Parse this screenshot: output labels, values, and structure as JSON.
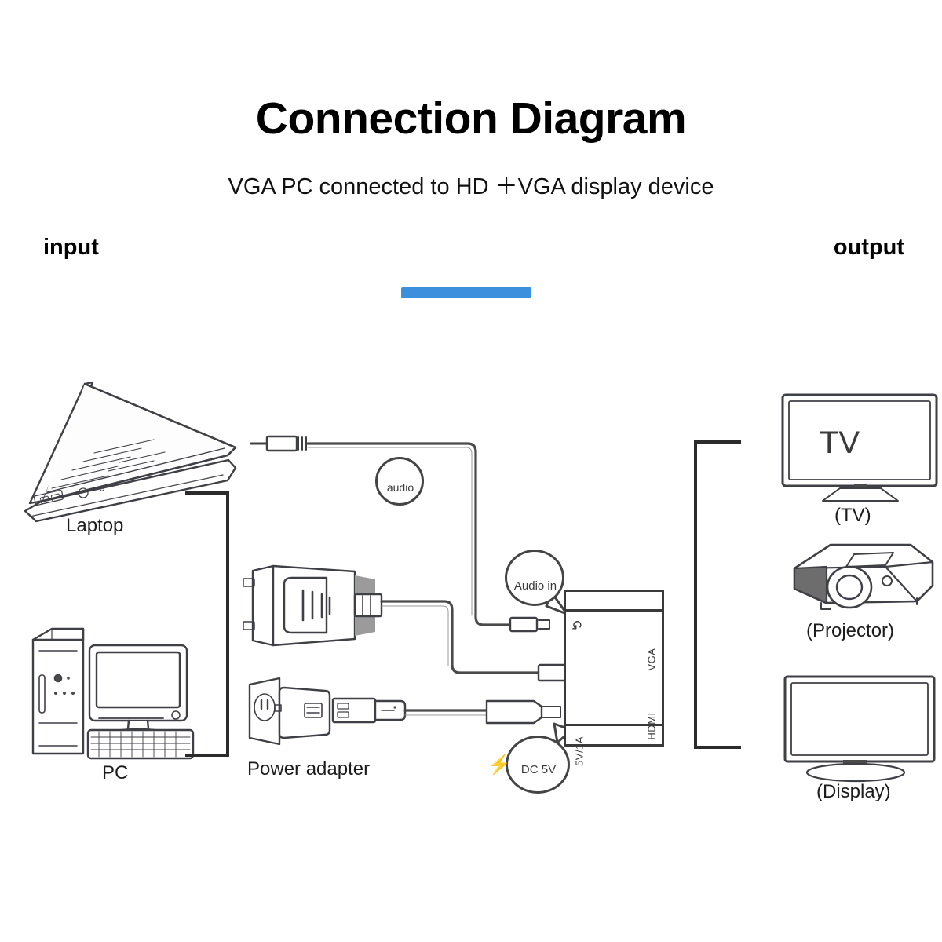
{
  "page": {
    "title": "Connection Diagram",
    "subtitle": "VGA PC connected to HD ＋VGA  display device",
    "background_color": "#ffffff",
    "accent_color": "#3b8fdc"
  },
  "sections": {
    "input_label": "input",
    "output_label": "output"
  },
  "input_devices": [
    {
      "name": "laptop",
      "caption": "Laptop",
      "icon": "laptop-icon"
    },
    {
      "name": "pc",
      "caption": "PC",
      "icon": "desktop-computer-icon"
    }
  ],
  "output_devices": [
    {
      "name": "tv",
      "caption": "(TV)",
      "screen_text": "TV",
      "icon": "television-icon"
    },
    {
      "name": "projector",
      "caption": "(Projector)",
      "screen_text": "",
      "icon": "projector-icon"
    },
    {
      "name": "display",
      "caption": "(Display)",
      "screen_text": "",
      "icon": "monitor-icon"
    }
  ],
  "accessories": [
    {
      "name": "power-adapter",
      "caption": "Power adapter",
      "icon": "usb-power-adapter-icon"
    },
    {
      "name": "vga-connector",
      "caption": "",
      "icon": "vga-db15-connector-icon"
    },
    {
      "name": "audio-cable",
      "caption": "",
      "icon": "audio-jack-cable-icon"
    }
  ],
  "converter": {
    "name": "vga-to-hdmi-converter",
    "ports": {
      "vga_out": "VGA",
      "hdmi_out": "HDMI",
      "power_in": "5V/1A",
      "audio_out_glyph": "↺"
    }
  },
  "callouts": [
    {
      "name": "audio-callout",
      "label": "audio",
      "icon": "music-note-icon"
    },
    {
      "name": "audio-in-callout",
      "label": "Audio in",
      "icon": "audio-jack-socket-icon"
    },
    {
      "name": "dc-5v-callout",
      "label": "DC 5V",
      "icon": "micro-usb-port-icon",
      "prefix_glyph": "⚡"
    }
  ]
}
